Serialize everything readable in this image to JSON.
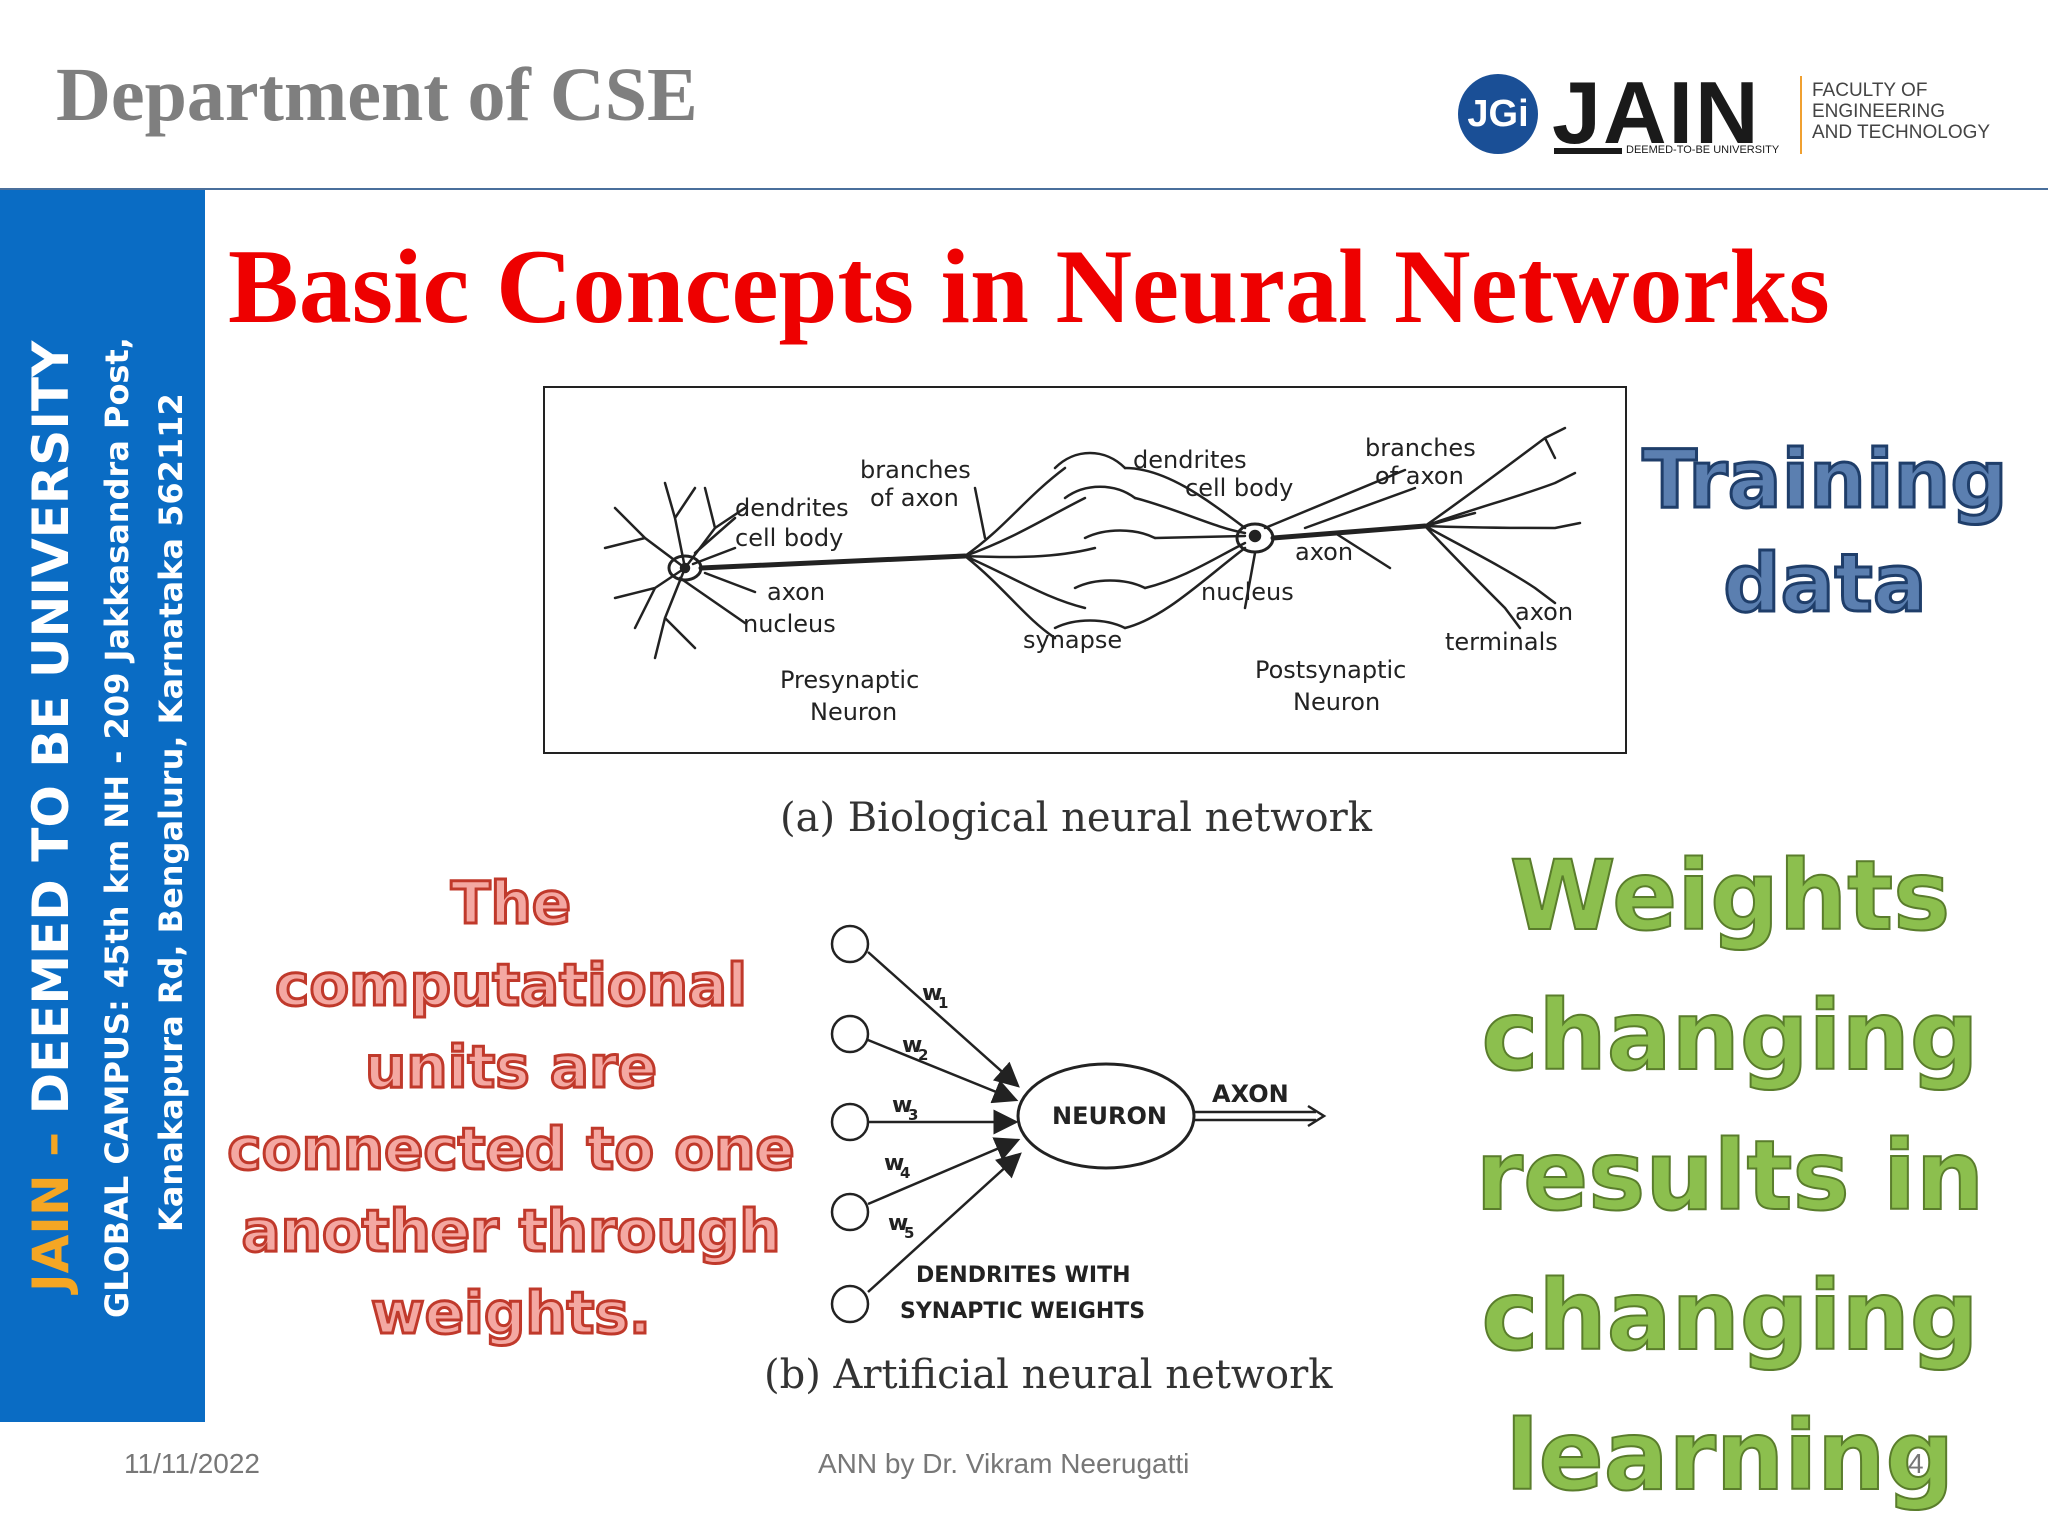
{
  "header": {
    "department": "Department of CSE",
    "logo": {
      "jgi": "JGi",
      "name": "JAIN",
      "tagline": "DEEMED-TO-BE UNIVERSITY",
      "faculty_lines": [
        "FACULTY OF",
        "ENGINEERING",
        "AND TECHNOLOGY"
      ]
    }
  },
  "sidebar": {
    "university_gold": "JAIN – ",
    "university_white": "DEEMED TO BE UNIVERSITY",
    "campus_line1": "GLOBAL CAMPUS: 45th km NH - 209 Jakkasandra Post,",
    "campus_line2": "Kanakapura Rd, Bengaluru, Karnataka 562112"
  },
  "slide": {
    "title": "Basic Concepts in Neural Networks",
    "bio_figure": {
      "caption": "(a) Biological neural network",
      "labels": {
        "dendrites_left": "dendrites",
        "cell_body_left": "cell body",
        "branches_left_1": "branches",
        "branches_left_2": "of axon",
        "axon_left": "axon",
        "nucleus_left": "nucleus",
        "presyn_1": "Presynaptic",
        "presyn_2": "Neuron",
        "synapse": "synapse",
        "dendrites_right": "dendrites",
        "cell_body_right": "cell body",
        "branches_right_1": "branches",
        "branches_right_2": "of axon",
        "axon_right": "axon",
        "nucleus_right": "nucleus",
        "postsyn_1": "Postsynaptic",
        "postsyn_2": "Neuron",
        "axon_term_1": "axon",
        "axon_term_2": "terminals"
      }
    },
    "ann_figure": {
      "caption": "(b) Artificial neural network",
      "weights": [
        "w",
        "w",
        "w",
        "w",
        "w"
      ],
      "weight_subscripts": [
        "1",
        "2",
        "3",
        "4",
        "5"
      ],
      "neuron_label": "NEURON",
      "axon_label": "AXON",
      "dendrites_line1": "DENDRITES WITH",
      "dendrites_line2": "SYNAPTIC WEIGHTS"
    },
    "training_data": [
      "Training",
      "data"
    ],
    "computational_units": [
      "The",
      "computational",
      "units are",
      "connected to one",
      "another through",
      "weights."
    ],
    "weights_text": [
      "Weights",
      "changing",
      "results in",
      "changing",
      "learning"
    ]
  },
  "footer": {
    "date": "11/11/2022",
    "center": "ANN by Dr. Vikram Neerugatti",
    "page": "4"
  }
}
